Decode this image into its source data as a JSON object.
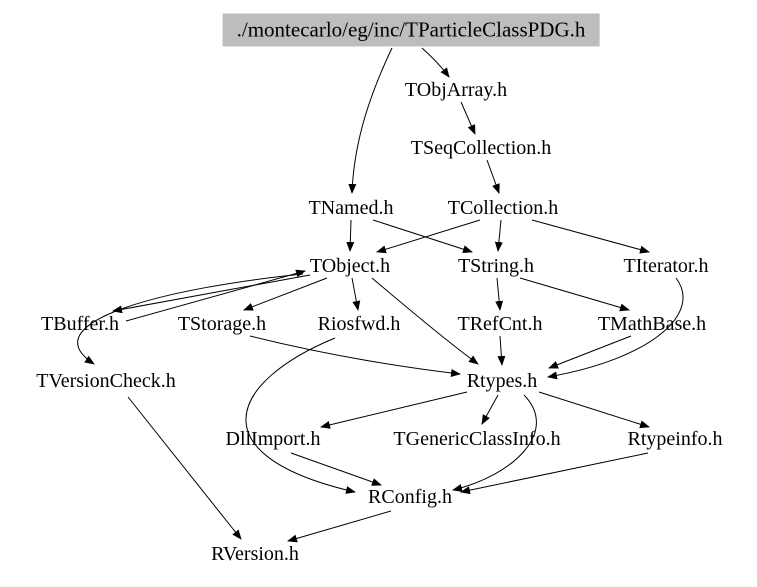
{
  "diagram": {
    "type": "include-dependency-graph",
    "root": {
      "id": "root",
      "label": "./montecarlo/eg/inc/TParticleClassPDG.h"
    },
    "nodes": [
      {
        "id": "TObjArray",
        "label": "TObjArray.h"
      },
      {
        "id": "TSeqCollection",
        "label": "TSeqCollection.h"
      },
      {
        "id": "TNamed",
        "label": "TNamed.h"
      },
      {
        "id": "TCollection",
        "label": "TCollection.h"
      },
      {
        "id": "TObject",
        "label": "TObject.h"
      },
      {
        "id": "TString",
        "label": "TString.h"
      },
      {
        "id": "TIterator",
        "label": "TIterator.h"
      },
      {
        "id": "TBuffer",
        "label": "TBuffer.h"
      },
      {
        "id": "TStorage",
        "label": "TStorage.h"
      },
      {
        "id": "Riosfwd",
        "label": "Riosfwd.h"
      },
      {
        "id": "TRefCnt",
        "label": "TRefCnt.h"
      },
      {
        "id": "TMathBase",
        "label": "TMathBase.h"
      },
      {
        "id": "TVersionCheck",
        "label": "TVersionCheck.h"
      },
      {
        "id": "Rtypes",
        "label": "Rtypes.h"
      },
      {
        "id": "DllImport",
        "label": "DllImport.h"
      },
      {
        "id": "TGenericClassInfo",
        "label": "TGenericClassInfo.h"
      },
      {
        "id": "Rtypeinfo",
        "label": "Rtypeinfo.h"
      },
      {
        "id": "RConfig",
        "label": "RConfig.h"
      },
      {
        "id": "RVersion",
        "label": "RVersion.h"
      }
    ],
    "edges": [
      {
        "from": "root",
        "to": "TObjArray"
      },
      {
        "from": "root",
        "to": "TNamed"
      },
      {
        "from": "TObjArray",
        "to": "TSeqCollection"
      },
      {
        "from": "TSeqCollection",
        "to": "TCollection"
      },
      {
        "from": "TNamed",
        "to": "TObject"
      },
      {
        "from": "TNamed",
        "to": "TString"
      },
      {
        "from": "TCollection",
        "to": "TObject"
      },
      {
        "from": "TCollection",
        "to": "TString"
      },
      {
        "from": "TCollection",
        "to": "TIterator"
      },
      {
        "from": "TObject",
        "to": "TBuffer"
      },
      {
        "from": "TBuffer",
        "to": "TObject"
      },
      {
        "from": "TObject",
        "to": "TStorage"
      },
      {
        "from": "TObject",
        "to": "Riosfwd"
      },
      {
        "from": "TObject",
        "to": "Rtypes"
      },
      {
        "from": "TObject",
        "to": "TVersionCheck"
      },
      {
        "from": "TStorage",
        "to": "Rtypes"
      },
      {
        "from": "TString",
        "to": "TRefCnt"
      },
      {
        "from": "TString",
        "to": "TMathBase"
      },
      {
        "from": "TIterator",
        "to": "Rtypes"
      },
      {
        "from": "TRefCnt",
        "to": "Rtypes"
      },
      {
        "from": "TMathBase",
        "to": "Rtypes"
      },
      {
        "from": "Rtypes",
        "to": "DllImport"
      },
      {
        "from": "Rtypes",
        "to": "TGenericClassInfo"
      },
      {
        "from": "Rtypes",
        "to": "Rtypeinfo"
      },
      {
        "from": "Rtypes",
        "to": "RConfig"
      },
      {
        "from": "Riosfwd",
        "to": "RConfig"
      },
      {
        "from": "DllImport",
        "to": "RConfig"
      },
      {
        "from": "Rtypeinfo",
        "to": "RConfig"
      },
      {
        "from": "RConfig",
        "to": "RVersion"
      },
      {
        "from": "TVersionCheck",
        "to": "RVersion"
      }
    ],
    "colors": {
      "background": "#ffffff",
      "root_fill": "#bdbdbd",
      "edge": "#000000",
      "text": "#000000"
    }
  }
}
